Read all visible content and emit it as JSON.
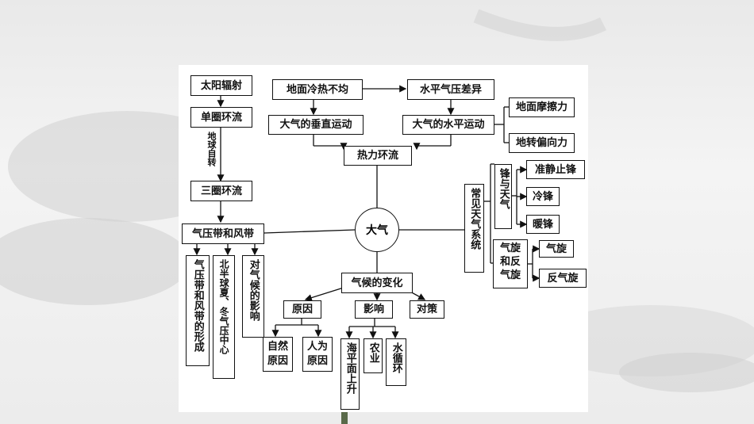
{
  "nodes": {
    "solar_radiation": "太阳辐射",
    "single_cell": "单圈环流",
    "earth_rotation": "地球自转",
    "three_cell": "三圈环流",
    "pressure_wind_belts": "气压带和风带",
    "pw_formation": "气压带和风带的形成",
    "nh_pressure_centers": "北半球夏、冬气压中心",
    "climate_impact": "对气候的影响",
    "uneven_heating": "地面冷热不均",
    "horizontal_pressure_diff": "水平气压差异",
    "vertical_motion": "大气的垂直运动",
    "horizontal_motion": "大气的水平运动",
    "ground_friction": "地面摩擦力",
    "coriolis": "地转偏向力",
    "thermal_circulation": "热力环流",
    "atmosphere": "大气",
    "weather_systems": "常见天气系统",
    "fronts_weather": "锋与天气",
    "stationary_front": "准静止锋",
    "cold_front": "冷锋",
    "warm_front": "暖锋",
    "cyclones": "气旋和反气旋",
    "cyclone": "气旋",
    "anticyclone": "反气旋",
    "climate_change": "气候的变化",
    "causes": "原因",
    "impacts": "影响",
    "countermeasures": "对策",
    "natural_causes": "自然原因",
    "human_causes": "人为原因",
    "sea_level_rise": "海平面上升",
    "agriculture": "农业",
    "water_cycle": "水循环"
  }
}
